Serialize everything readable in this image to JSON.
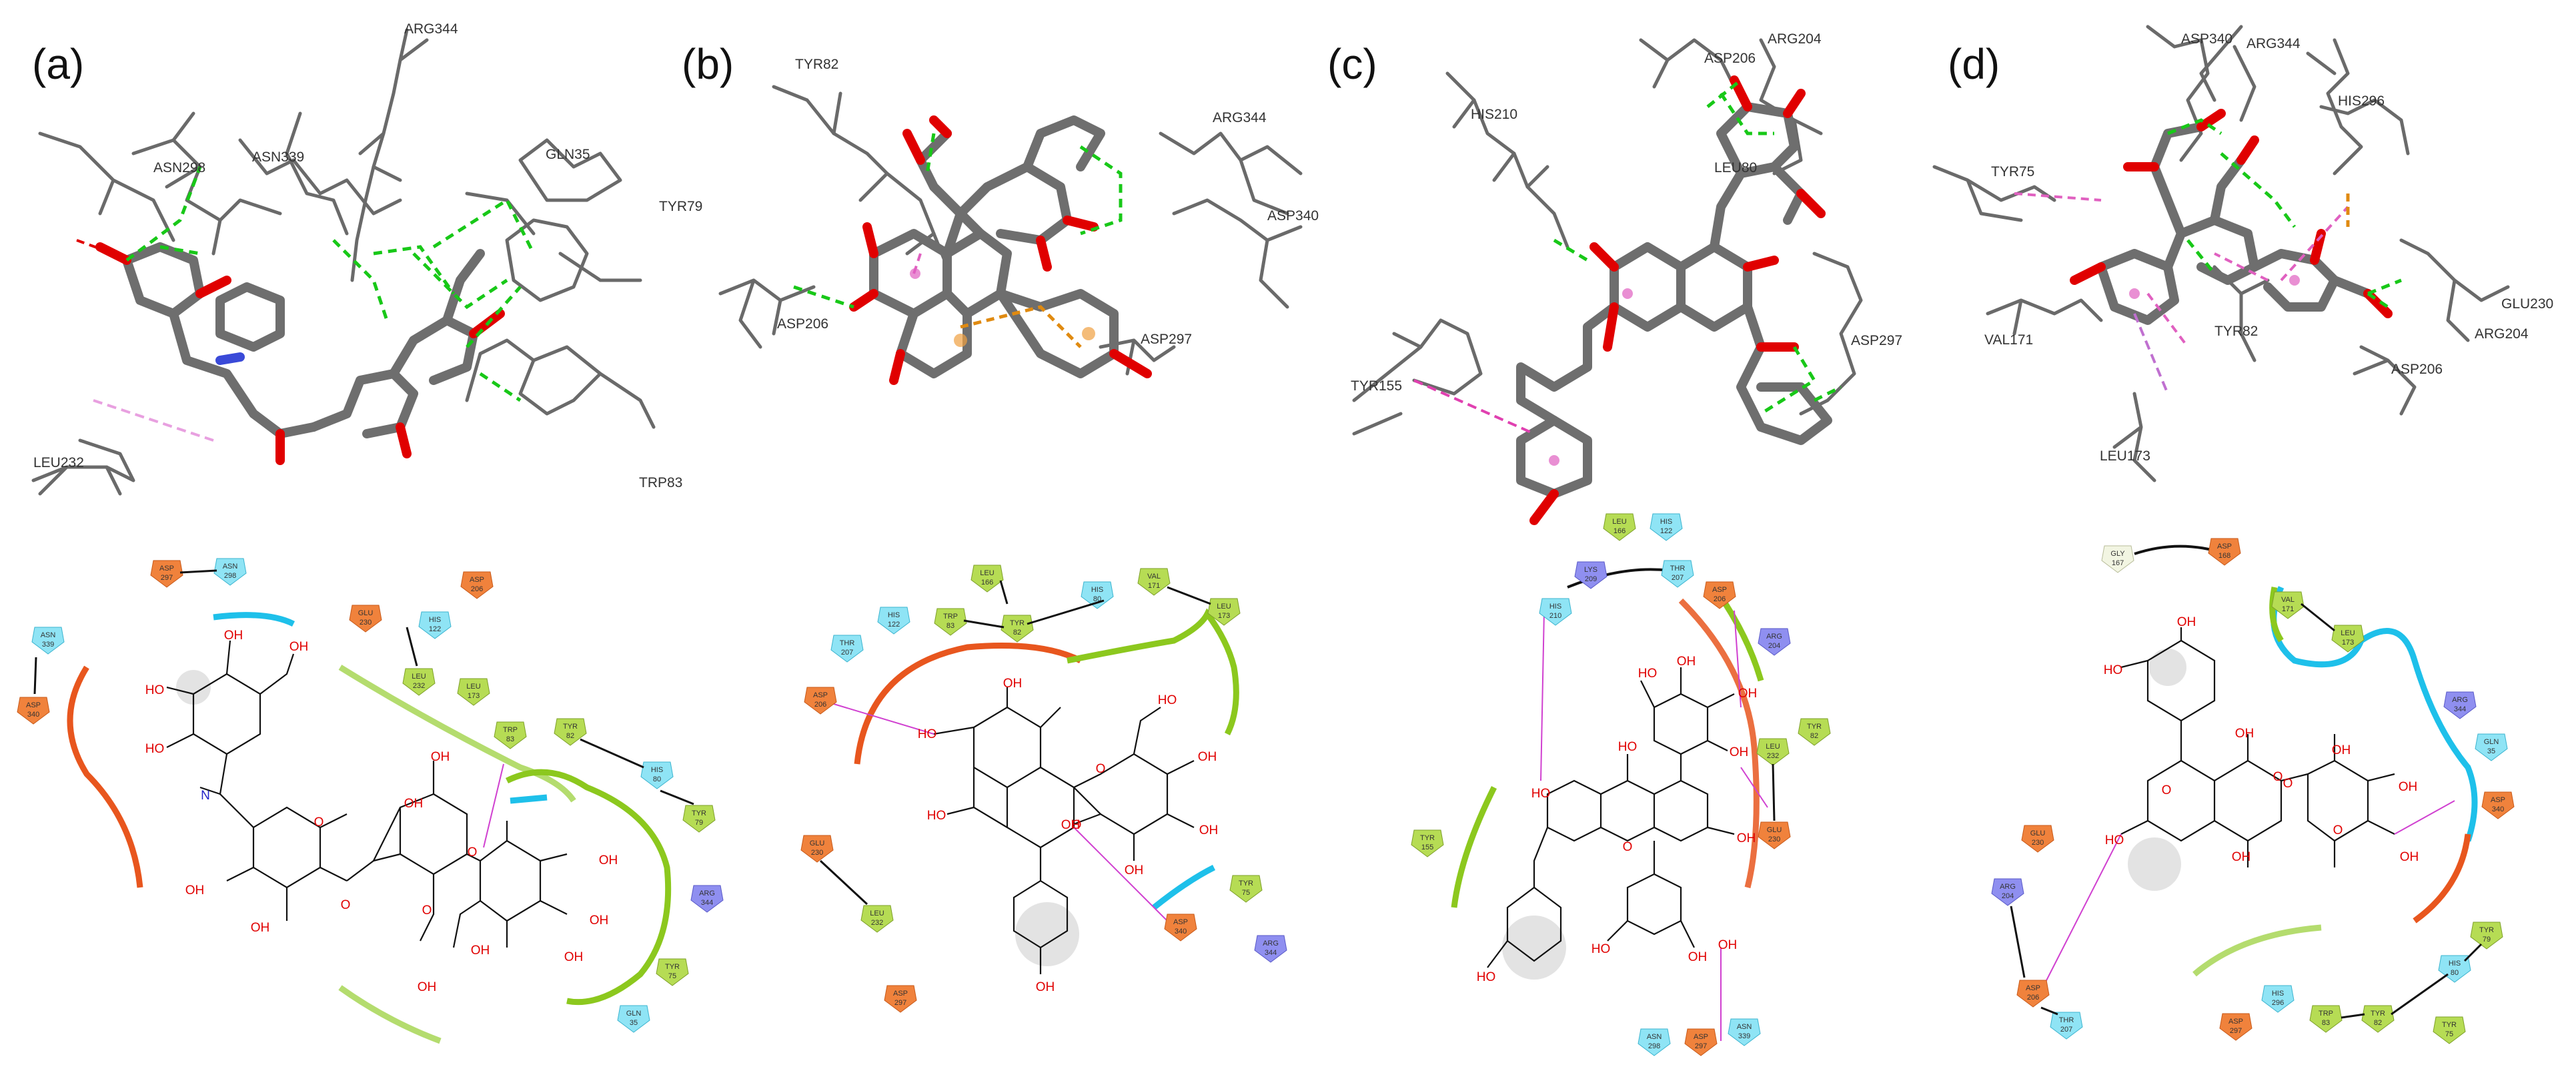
{
  "panel_labels": [
    "(a)",
    "(b)",
    "(c)",
    "(d)"
  ],
  "panel_a": {
    "residues_3d": [
      "ARG344",
      "ASN298",
      "ASN339",
      "GLN35",
      "TYR79",
      "LEU232",
      "TRP83"
    ],
    "chips": [
      {
        "name": "ASP",
        "num": "297",
        "kind": "acidic"
      },
      {
        "name": "ASN",
        "num": "298",
        "kind": "polar"
      },
      {
        "name": "GLU",
        "num": "230",
        "kind": "acidic"
      },
      {
        "name": "HIS",
        "num": "122",
        "kind": "polar"
      },
      {
        "name": "ASP",
        "num": "206",
        "kind": "acidic"
      },
      {
        "name": "ASN",
        "num": "339",
        "kind": "polar"
      },
      {
        "name": "ASP",
        "num": "340",
        "kind": "acidic"
      },
      {
        "name": "LEU",
        "num": "232",
        "kind": "hydrophobic"
      },
      {
        "name": "LEU",
        "num": "173",
        "kind": "hydrophobic"
      },
      {
        "name": "TRP",
        "num": "83",
        "kind": "hydrophobic"
      },
      {
        "name": "TYR",
        "num": "82",
        "kind": "hydrophobic"
      },
      {
        "name": "HIS",
        "num": "80",
        "kind": "polar"
      },
      {
        "name": "TYR",
        "num": "79",
        "kind": "hydrophobic"
      },
      {
        "name": "ARG",
        "num": "344",
        "kind": "basic"
      },
      {
        "name": "TYR",
        "num": "75",
        "kind": "hydrophobic"
      },
      {
        "name": "GLN",
        "num": "35",
        "kind": "polar"
      }
    ]
  },
  "panel_b": {
    "residues_3d": [
      "TYR82",
      "ARG344",
      "ASP340",
      "ASP206",
      "ASP297"
    ],
    "chips": [
      {
        "name": "LEU",
        "num": "166",
        "kind": "hydrophobic"
      },
      {
        "name": "HIS",
        "num": "80",
        "kind": "polar"
      },
      {
        "name": "VAL",
        "num": "171",
        "kind": "hydrophobic"
      },
      {
        "name": "LEU",
        "num": "173",
        "kind": "hydrophobic"
      },
      {
        "name": "HIS",
        "num": "122",
        "kind": "polar"
      },
      {
        "name": "TRP",
        "num": "83",
        "kind": "hydrophobic"
      },
      {
        "name": "TYR",
        "num": "82",
        "kind": "hydrophobic"
      },
      {
        "name": "THR",
        "num": "207",
        "kind": "polar"
      },
      {
        "name": "ASP",
        "num": "206",
        "kind": "acidic"
      },
      {
        "name": "GLU",
        "num": "230",
        "kind": "acidic"
      },
      {
        "name": "LEU",
        "num": "232",
        "kind": "hydrophobic"
      },
      {
        "name": "ASP",
        "num": "340",
        "kind": "acidic"
      },
      {
        "name": "TYR",
        "num": "75",
        "kind": "hydrophobic"
      },
      {
        "name": "ARG",
        "num": "344",
        "kind": "basic"
      },
      {
        "name": "ASP",
        "num": "297",
        "kind": "acidic"
      }
    ]
  },
  "panel_c": {
    "residues_3d": [
      "ASP206",
      "ARG204",
      "HIS210",
      "LEU80",
      "ASP297",
      "TYR155"
    ],
    "chips": [
      {
        "name": "LEU",
        "num": "166",
        "kind": "hydrophobic"
      },
      {
        "name": "HIS",
        "num": "122",
        "kind": "polar"
      },
      {
        "name": "LYS",
        "num": "209",
        "kind": "basic"
      },
      {
        "name": "THR",
        "num": "207",
        "kind": "polar"
      },
      {
        "name": "ASP",
        "num": "206",
        "kind": "acidic"
      },
      {
        "name": "HIS",
        "num": "210",
        "kind": "polar"
      },
      {
        "name": "ARG",
        "num": "204",
        "kind": "basic"
      },
      {
        "name": "LEU",
        "num": "232",
        "kind": "hydrophobic"
      },
      {
        "name": "TYR",
        "num": "82",
        "kind": "hydrophobic"
      },
      {
        "name": "GLU",
        "num": "230",
        "kind": "acidic"
      },
      {
        "name": "TYR",
        "num": "155",
        "kind": "hydrophobic"
      },
      {
        "name": "ASN",
        "num": "298",
        "kind": "polar"
      },
      {
        "name": "ASP",
        "num": "297",
        "kind": "acidic"
      },
      {
        "name": "ASN",
        "num": "339",
        "kind": "polar"
      }
    ]
  },
  "panel_d": {
    "residues_3d": [
      "ASP340",
      "ARG344",
      "HIS296",
      "TYR75",
      "VAL171",
      "TYR82",
      "GLU230",
      "ARG204",
      "ASP206",
      "LEU173"
    ],
    "chips": [
      {
        "name": "GLY",
        "num": "167",
        "kind": "glycine"
      },
      {
        "name": "ASP",
        "num": "168",
        "kind": "acidic"
      },
      {
        "name": "VAL",
        "num": "171",
        "kind": "hydrophobic"
      },
      {
        "name": "LEU",
        "num": "173",
        "kind": "hydrophobic"
      },
      {
        "name": "ARG",
        "num": "344",
        "kind": "basic"
      },
      {
        "name": "GLN",
        "num": "35",
        "kind": "polar"
      },
      {
        "name": "ASP",
        "num": "340",
        "kind": "acidic"
      },
      {
        "name": "GLU",
        "num": "230",
        "kind": "acidic"
      },
      {
        "name": "ARG",
        "num": "204",
        "kind": "basic"
      },
      {
        "name": "ASP",
        "num": "206",
        "kind": "acidic"
      },
      {
        "name": "THR",
        "num": "207",
        "kind": "polar"
      },
      {
        "name": "TYR",
        "num": "79",
        "kind": "hydrophobic"
      },
      {
        "name": "HIS",
        "num": "80",
        "kind": "polar"
      },
      {
        "name": "HIS",
        "num": "296",
        "kind": "polar"
      },
      {
        "name": "TRP",
        "num": "83",
        "kind": "hydrophobic"
      },
      {
        "name": "TYR",
        "num": "82",
        "kind": "hydrophobic"
      },
      {
        "name": "ASP",
        "num": "297",
        "kind": "acidic"
      },
      {
        "name": "TYR",
        "num": "75",
        "kind": "hydrophobic"
      }
    ]
  },
  "atom_labels": {
    "oh": "OH",
    "ho": "HO",
    "n": "N",
    "o": "O"
  },
  "colors": {
    "acidic": "#f0823c",
    "basic": "#8f8ff0",
    "polar": "#8fe4f5",
    "hydrophobic": "#b6dc54",
    "glycine": "#f2f5e2",
    "hbond": "#18c818",
    "pi_pi": "#e060c0",
    "pi_cation": "#e08a10",
    "ligand_carbon": "#6e6e6e",
    "ligand_oxygen": "#e00000",
    "arc_acidic": "#e8561e",
    "arc_polar": "#1ec0ea",
    "arc_hydrophobic": "#8cc81e"
  }
}
